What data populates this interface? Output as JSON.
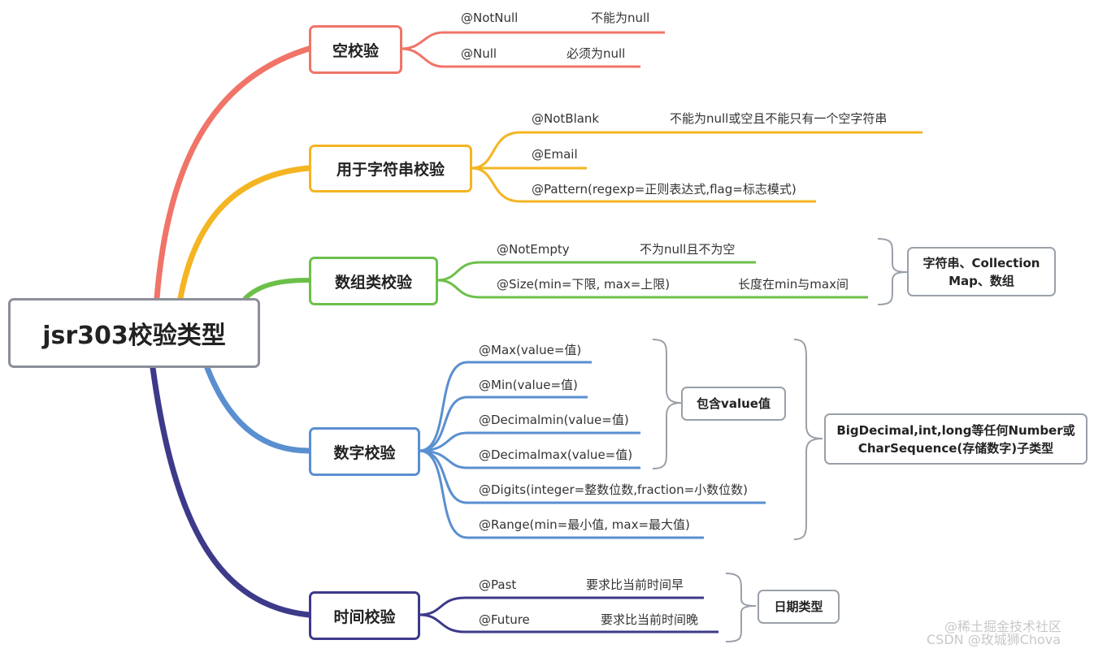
{
  "root": {
    "title": "jsr303校验类型"
  },
  "colors": {
    "red": "#f07468",
    "yellow": "#f4b522",
    "green": "#6cc04a",
    "blue": "#5a8fd0",
    "purple": "#3d3a8a",
    "bracket": "#9aa0a8"
  },
  "branches": [
    {
      "title": "空校验",
      "items": [
        {
          "name": "@NotNull",
          "desc": "不能为null"
        },
        {
          "name": "@Null",
          "desc": "必须为null"
        }
      ]
    },
    {
      "title": "用于字符串校验",
      "items": [
        {
          "name": "@NotBlank",
          "desc": "不能为null或空且不能只有一个空字符串"
        },
        {
          "name": "@Email",
          "desc": ""
        },
        {
          "name": "@Pattern(regexp=正则表达式,flag=标志模式)",
          "desc": ""
        }
      ]
    },
    {
      "title": "数组类校验",
      "items": [
        {
          "name": "@NotEmpty",
          "desc": "不为null且不为空"
        },
        {
          "name": "@Size(min=下限, max=上限)",
          "desc": "长度在min与max间"
        }
      ],
      "note": {
        "line1": "字符串、Collection",
        "line2": "Map、数组"
      }
    },
    {
      "title": "数字校验",
      "items": [
        {
          "name": "@Max(value=值)"
        },
        {
          "name": "@Min(value=值)"
        },
        {
          "name": "@Decimalmin(value=值)"
        },
        {
          "name": "@Decimalmax(value=值)"
        },
        {
          "name": "@Digits(integer=整数位数,fraction=小数位数)"
        },
        {
          "name": "@Range(min=最小值, max=最大值)"
        }
      ],
      "note_inner": "包含value值",
      "note_outer": {
        "line1": "BigDecimal,int,long等任何Number或",
        "line2": "CharSequence(存储数字)子类型"
      }
    },
    {
      "title": "时间校验",
      "items": [
        {
          "name": "@Past",
          "desc": "要求比当前时间早"
        },
        {
          "name": "@Future",
          "desc": "要求比当前时间晚"
        }
      ],
      "note": "日期类型"
    }
  ],
  "watermark": {
    "line1": "@稀土掘金技术社区",
    "line2": "CSDN @玫城狮Chova"
  }
}
